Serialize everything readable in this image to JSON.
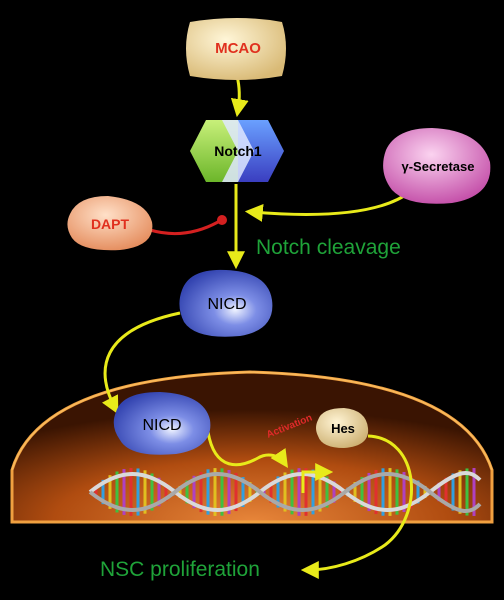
{
  "nodes": {
    "mcao": "MCAO",
    "notch1": "Notch1",
    "gamma_secretase": "γ-Secretase",
    "dapt": "DAPT",
    "nicd_cytoplasm": "NICD",
    "nicd_nucleus": "NICD",
    "hes": "Hes"
  },
  "labels": {
    "notch_cleavage": "Notch cleavage",
    "activation": "Activation",
    "nsc_proliferation": "NSC proliferation"
  },
  "colors": {
    "background": "#000000",
    "arrow": "#e8ea1a",
    "inhibition": "#d42020",
    "label_green": "#1fa339",
    "activation_red": "#e02a2a",
    "mcao_text": "#e0301e",
    "nucleus": "#c25a14"
  }
}
